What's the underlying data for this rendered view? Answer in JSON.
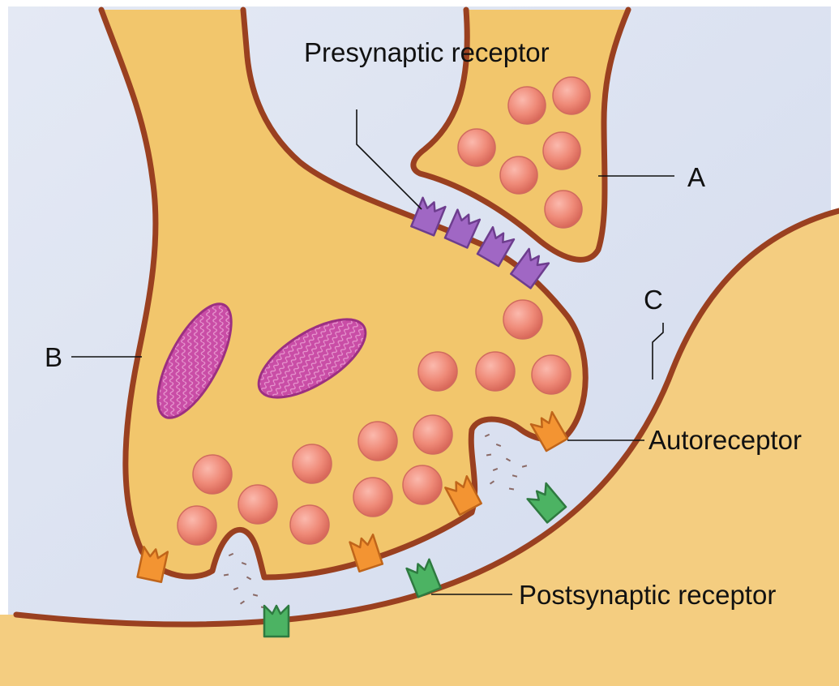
{
  "labels": {
    "presynaptic_receptor": "Presynaptic receptor",
    "a": "A",
    "b": "B",
    "c": "C",
    "autoreceptor": "Autoreceptor",
    "postsynaptic_receptor": "Postsynaptic receptor"
  },
  "colors": {
    "cytoplasm": "#f2c66c",
    "membrane": "#9a4020",
    "cleft": "#c8d2e8",
    "vesicle": "#ef8a78",
    "mitochondrion": "#c94da6",
    "presynaptic_receptor": "#a067c4",
    "autoreceptor": "#f39432",
    "postsynaptic_receptor": "#4cb363"
  }
}
